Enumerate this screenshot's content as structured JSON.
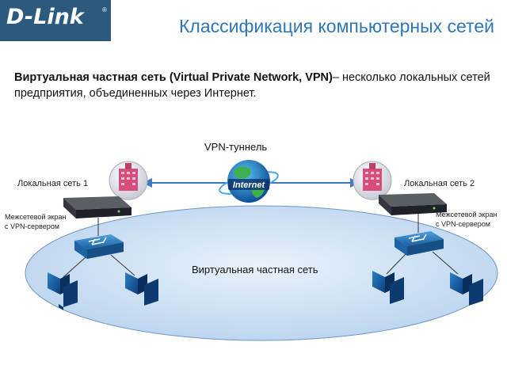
{
  "logo": {
    "text": "D-Link",
    "reg": "®"
  },
  "title": "Классификация компьютерных сетей",
  "description": {
    "bold": "Виртуальная частная сеть (Virtual Private Network, VPN)",
    "rest": "– несколько локальных сетей предприятия, объединенных через Интернет."
  },
  "diagram": {
    "tunnel_label": "VPN-туннель",
    "internet_label": "Internet",
    "vpn_network_label": "Виртуальная частная сеть",
    "lan1_label": "Локальная сеть  1",
    "lan2_label": "Локальная сеть  2",
    "firewall1_line1": "Межсетевой экран",
    "firewall1_line2": "с VPN-сервером",
    "firewall2_line1": "Межсетевой экран",
    "firewall2_line2": "с VPN-сервером"
  }
}
